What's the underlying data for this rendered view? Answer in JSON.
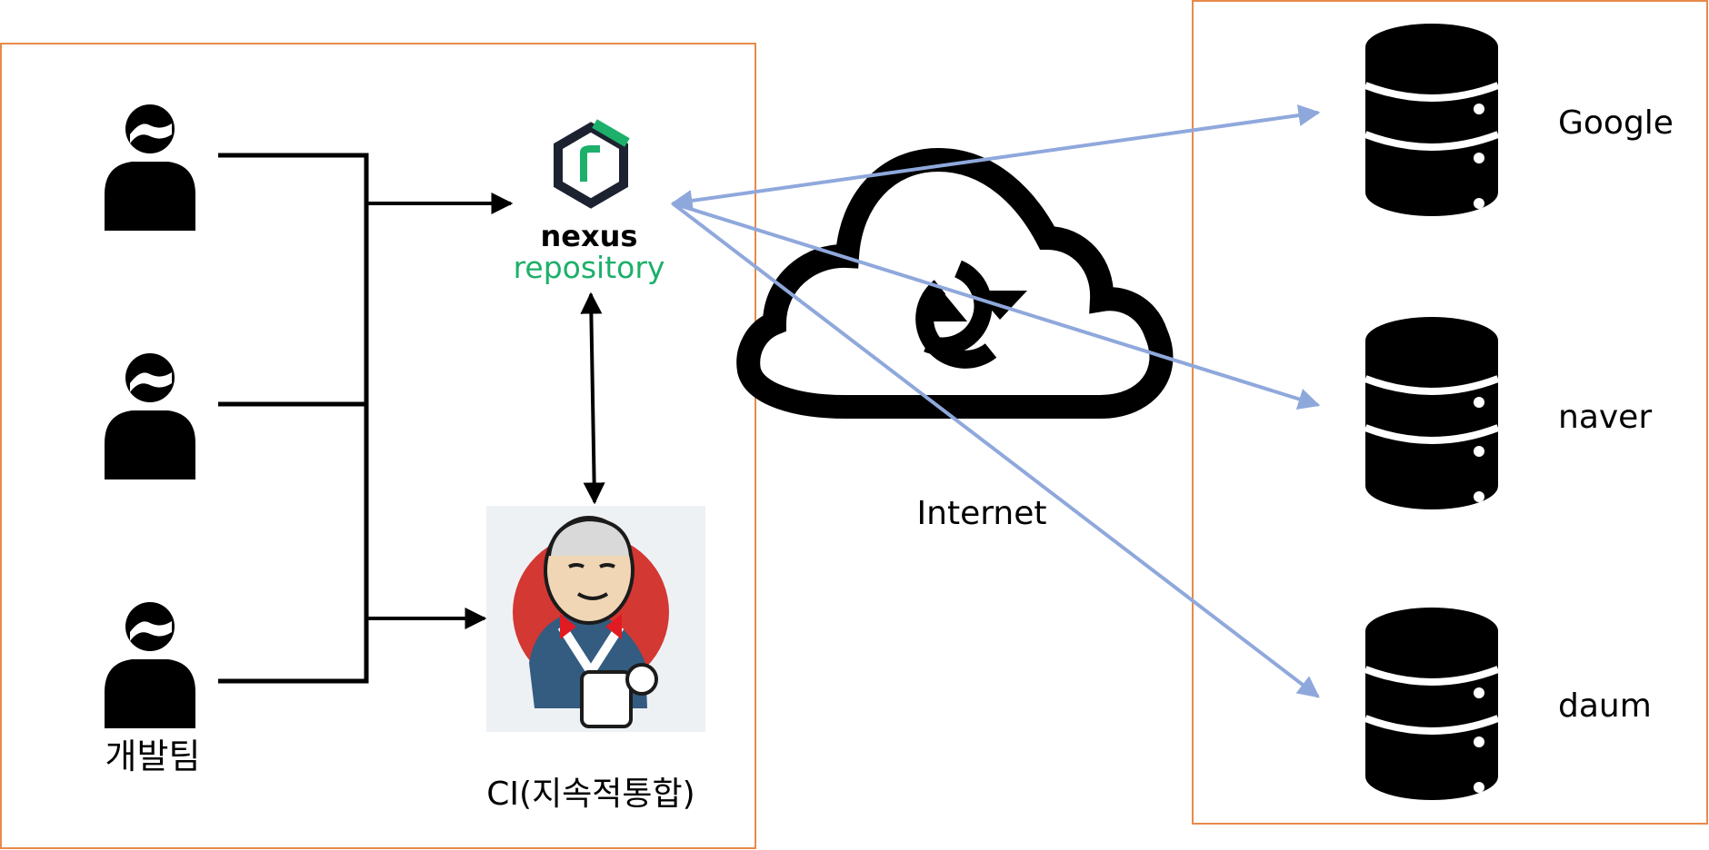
{
  "labels": {
    "dev_team": "개발팀",
    "ci": "CI(지속적통합)",
    "internet": "Internet",
    "nexus_word": "nexus",
    "repository_word": "repository"
  },
  "repositories": [
    {
      "name": "Google"
    },
    {
      "name": "naver"
    },
    {
      "name": "daum"
    }
  ],
  "icons": {
    "developer": "person-icon",
    "nexus": "nexus-logo-icon",
    "ci": "jenkins-butler-icon",
    "internet": "cloud-sync-icon",
    "repository": "database-icon"
  },
  "colors": {
    "frame": "#e8894a",
    "internet_link": "#8fa8dc",
    "nexus_green": "#1cb06a",
    "nexus_dark": "#1c2230",
    "jenkins_red": "#d33833"
  }
}
